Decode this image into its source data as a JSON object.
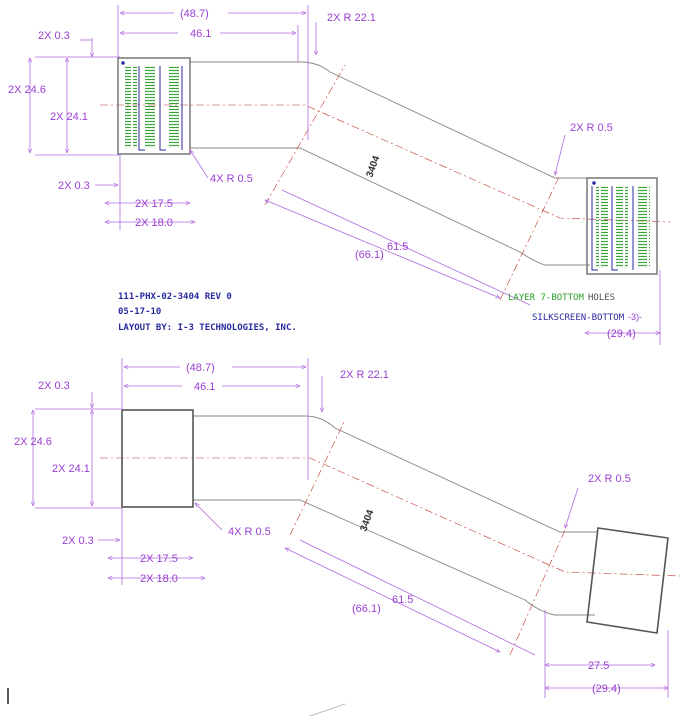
{
  "top_view": {
    "dims": {
      "width_ref": "(48.7)",
      "width": "46.1",
      "bend_radius": "2X R 22.1",
      "gap_top": "2X 0.3",
      "height_ref": "2X 24.6",
      "height": "2X 24.1",
      "gap_bottom": "2X 0.3",
      "corner_radius": "4X R 0.5",
      "stiff_inner": "2X 17.5",
      "stiff_outer": "2X 18.0",
      "right_radius": "2X R 0.5",
      "length_ref": "(66.1)",
      "length": "61.5",
      "right_ref": "(29.4)",
      "part_no": "3404"
    },
    "notes": {
      "line1": "111-PHX-02-3404 REV 0",
      "line2": "05-17-10",
      "line3": "LAYOUT BY: I-3 TECHNOLOGIES, INC.",
      "layer_prefix": "LAYER 7-BOTTOM",
      "layer_suffix": "HOLES",
      "silkscreen": "SILKSCREEN-BOTTOM",
      "ref_a": "-3)-"
    }
  },
  "bottom_view": {
    "dims": {
      "width_ref": "(48.7)",
      "width": "46.1",
      "bend_radius": "2X R 22.1",
      "gap_top": "2X 0.3",
      "height_ref": "2X 24.6",
      "height": "2X 24.1",
      "gap_bottom": "2X 0.3",
      "corner_radius": "4X R 0.5",
      "stiff_inner": "2X 17.5",
      "stiff_outer": "2X 18.0",
      "right_radius": "2X R 0.5",
      "length_ref": "(66.1)",
      "length": "61.5",
      "right_inner": "27.5",
      "right_ref": "(29.4)",
      "part_no": "3404"
    }
  },
  "colors": {
    "dimension": "#9a3fd4",
    "centerline": "#c0392b",
    "pads": "#3aa33a",
    "notes": "#2a2aa0"
  }
}
